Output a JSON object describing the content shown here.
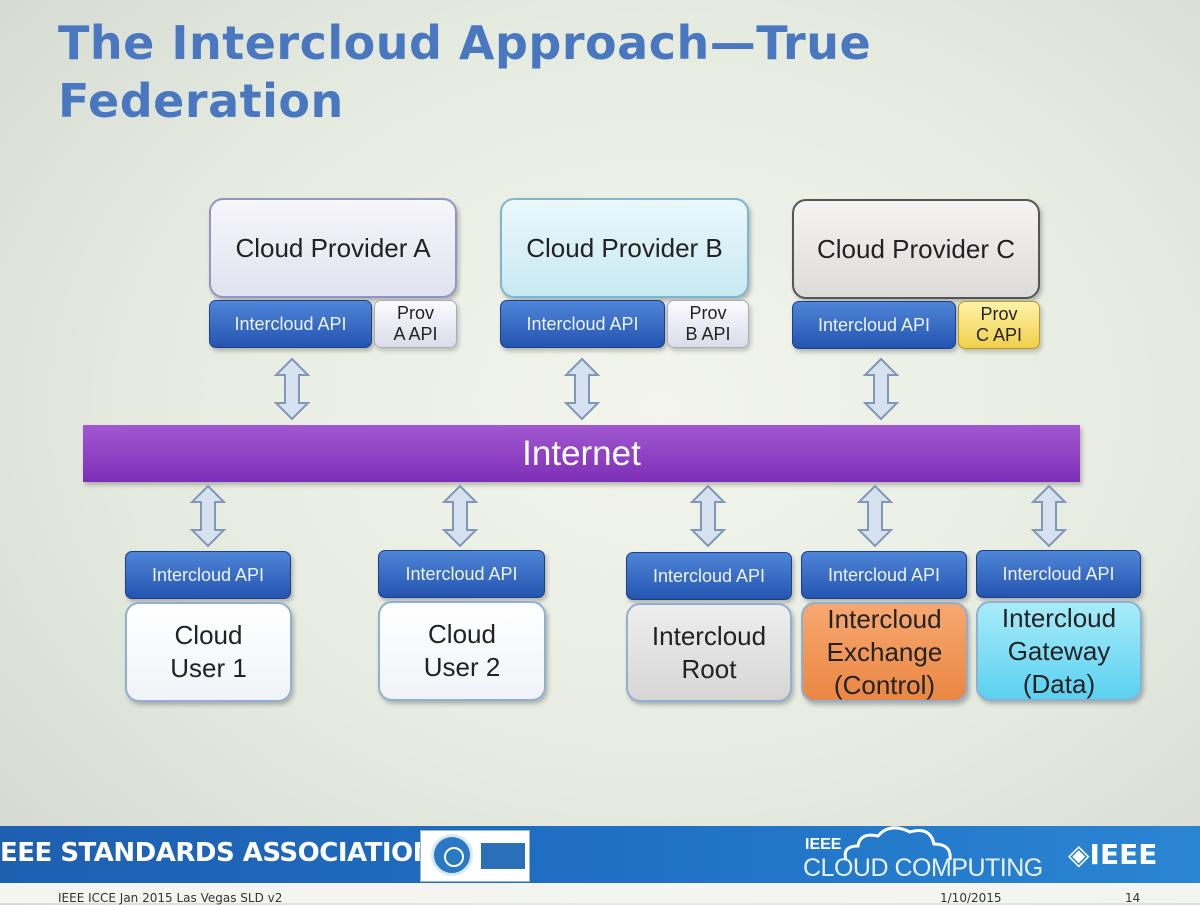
{
  "slide": {
    "title_line1": "The Intercloud Approach—True",
    "title_line2": "Federation"
  },
  "providers": [
    {
      "name": "Cloud Provider A",
      "api": "Intercloud API",
      "prov_api_line1": "Prov",
      "prov_api_line2": "A API"
    },
    {
      "name": "Cloud Provider B",
      "api": "Intercloud API",
      "prov_api_line1": "Prov",
      "prov_api_line2": "B API"
    },
    {
      "name": "Cloud Provider C",
      "api": "Intercloud API",
      "prov_api_line1": "Prov",
      "prov_api_line2": "C API"
    }
  ],
  "network": {
    "label": "Internet"
  },
  "nodes": [
    {
      "api": "Intercloud API",
      "line1": "Cloud",
      "line2": "User 1"
    },
    {
      "api": "Intercloud API",
      "line1": "Cloud",
      "line2": "User 2"
    },
    {
      "api": "Intercloud API",
      "line1": "Intercloud",
      "line2": "Root"
    },
    {
      "api": "Intercloud API",
      "line1": "Intercloud",
      "line2": "Exchange",
      "line3": "(Control)"
    },
    {
      "api": "Intercloud API",
      "line1": "Intercloud",
      "line2": "Gateway",
      "line3": "(Data)"
    }
  ],
  "footer": {
    "org": "EEE STANDARDS ASSOCIATION",
    "cloud_top": "IEEE",
    "cloud_bottom": "CLOUD COMPUTING",
    "ieee_logo": "◈IEEE",
    "bottom_left": "IEEE ICCE Jan 2015 Las Vegas SLD v2",
    "bottom_date": "1/10/2015",
    "bottom_page": "14"
  },
  "colors": {
    "title": "#4a78c0",
    "internet": "#8e3fc4",
    "api": "#2f64c0",
    "exchange": "#f09552",
    "gateway": "#6ad8f2"
  }
}
